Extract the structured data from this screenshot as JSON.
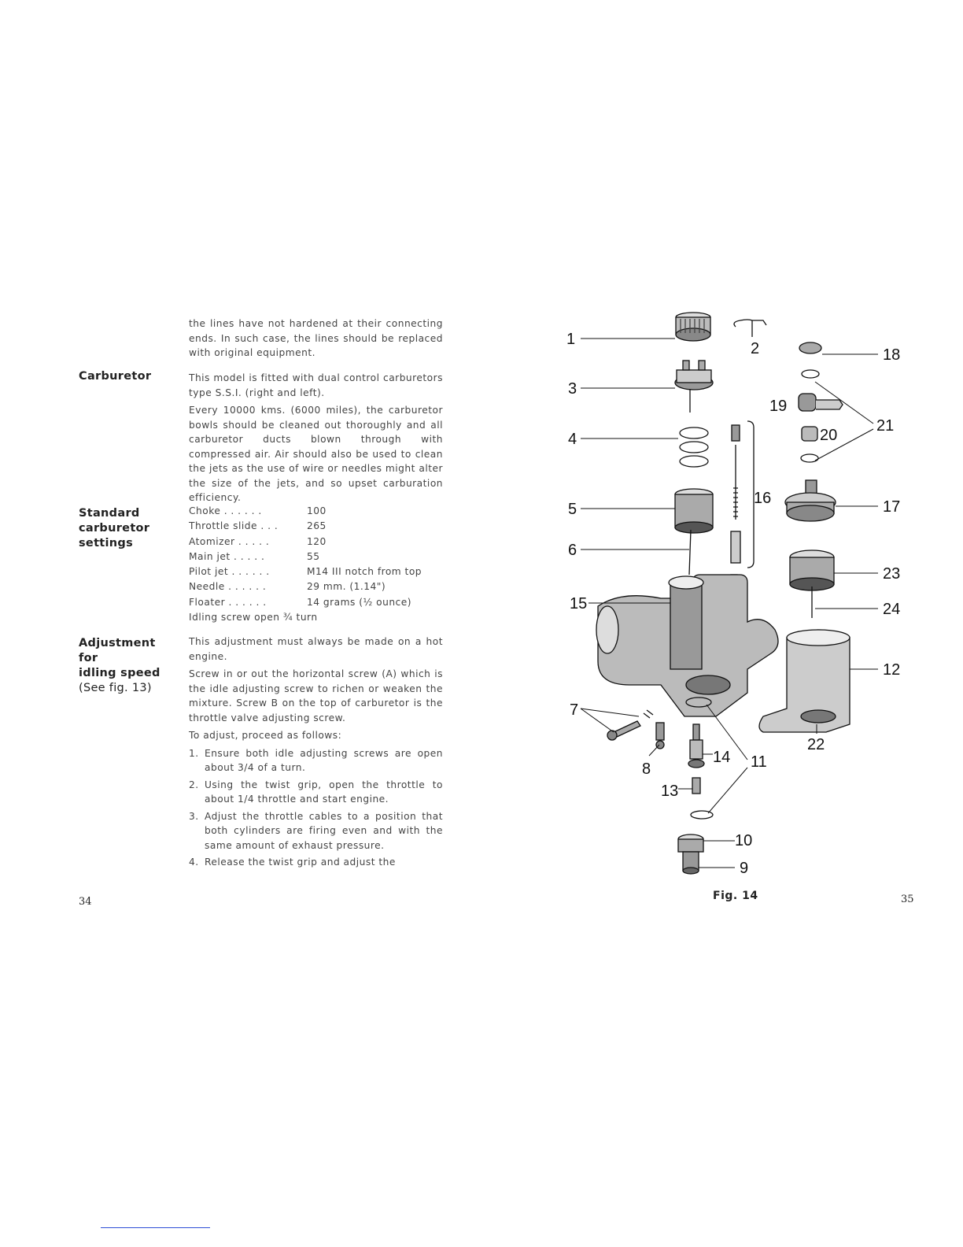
{
  "left_page": {
    "intro_continuation": "the lines have not hardened at their connecting ends. In such case, the lines should be replaced with original equipment.",
    "section_carburetor": {
      "heading": "Carburetor",
      "paragraphs": [
        "This model is fitted with dual control carburetors type S.S.I. (right and left).",
        "Every 10000 kms. (6000 miles), the carburetor bowls should be cleaned out thoroughly and all carburetor ducts blown through with compressed air. Air should also be used to clean the jets as the use of wire or needles might alter the size of the jets, and so upset carburation efficiency."
      ]
    },
    "section_settings": {
      "heading_lines": [
        "Standard",
        "carburetor",
        "settings"
      ],
      "rows": [
        {
          "name": "Choke",
          "dots": ". . . . . .",
          "value": "100"
        },
        {
          "name": "Throttle slide",
          "dots": ". . .",
          "value": "265"
        },
        {
          "name": "Atomizer",
          "dots": ". . . . .",
          "value": "120"
        },
        {
          "name": "Main jet",
          "dots": ". . . . .",
          "value": "55"
        },
        {
          "name": "Pilot jet",
          "dots": ". . . . . .",
          "value": "M14 III notch from top"
        },
        {
          "name": "Needle",
          "dots": ". . . . . .",
          "value": "29 mm. (1.14\")"
        },
        {
          "name": "Floater",
          "dots": ". . . . . .",
          "value": "14 grams (½ ounce)"
        }
      ],
      "idle_line": "Idling screw open ¾ turn"
    },
    "section_idle": {
      "heading_lines": [
        "Adjustment",
        "for",
        "idling speed"
      ],
      "heading_note": "(See fig. 13)",
      "paragraphs": [
        "This adjustment must always be made on a hot engine.",
        "Screw in or out the horizontal screw (A) which is the idle adjusting screw to richen or weaken the mixture. Screw B on the top of carburetor is the throttle valve adjusting screw.",
        "To adjust, proceed as follows:"
      ],
      "steps": [
        {
          "num": "1.",
          "text": "Ensure both idle adjusting screws are open about 3/4 of a turn."
        },
        {
          "num": "2.",
          "text": "Using the twist grip, open the throttle to about 1/4 throttle and start engine."
        },
        {
          "num": "3.",
          "text": "Adjust the throttle cables to a position that both cylinders are firing even and with the same amount of exhaust pressure."
        },
        {
          "num": "4.",
          "text": "Release the twist grip and adjust the"
        }
      ]
    },
    "page_number": "34"
  },
  "right_page": {
    "figure_caption": "Fig. 14",
    "part_labels": [
      "1",
      "2",
      "3",
      "4",
      "5",
      "6",
      "7",
      "8",
      "9",
      "10",
      "11",
      "12",
      "13",
      "14",
      "15",
      "16",
      "17",
      "18",
      "19",
      "20",
      "21",
      "22",
      "23",
      "24"
    ],
    "page_number": "35"
  }
}
